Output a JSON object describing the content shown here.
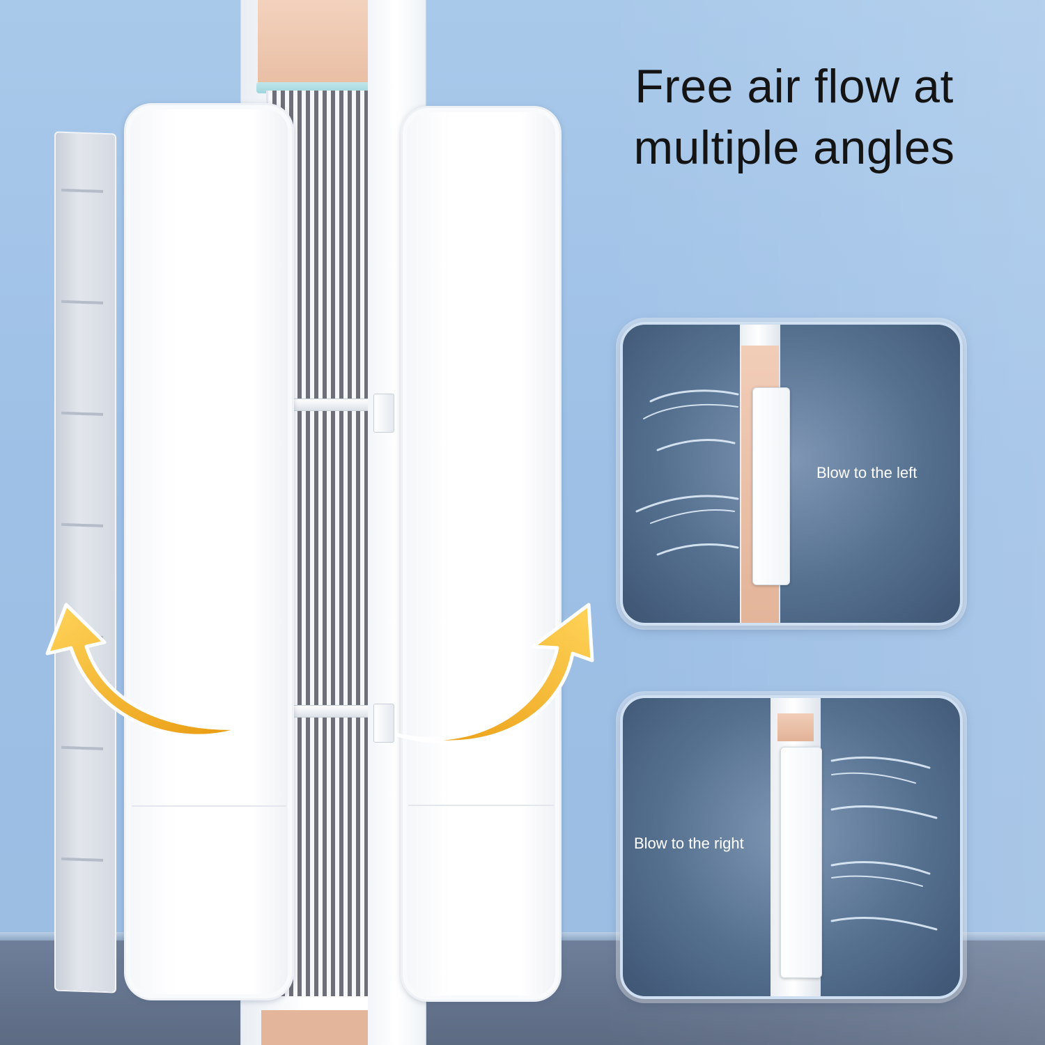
{
  "headline": {
    "line1": "Free air flow at",
    "line2": "multiple angles"
  },
  "insets": {
    "top": {
      "label": "Blow to the left"
    },
    "bottom": {
      "label": "Blow to the right"
    }
  },
  "colors": {
    "wall": "#a9c9ea",
    "floor": "#5c6a82",
    "arrow": "#f2b122",
    "copper": "#e8bda3",
    "text": "#141414"
  }
}
